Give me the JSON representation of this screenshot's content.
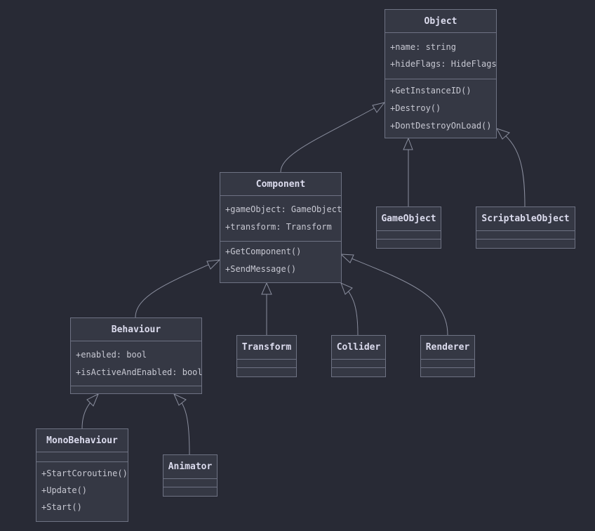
{
  "diagram": {
    "classes": {
      "object": {
        "name": "Object",
        "attributes": [
          "+name: string",
          "+hideFlags: HideFlags"
        ],
        "methods": [
          "+GetInstanceID()",
          "+Destroy()",
          "+DontDestroyOnLoad()"
        ]
      },
      "component": {
        "name": "Component",
        "attributes": [
          "+gameObject: GameObject",
          "+transform: Transform"
        ],
        "methods": [
          "+GetComponent()",
          "+SendMessage()"
        ]
      },
      "gameobject": {
        "name": "GameObject",
        "attributes": [],
        "methods": []
      },
      "scriptableobject": {
        "name": "ScriptableObject",
        "attributes": [],
        "methods": []
      },
      "behaviour": {
        "name": "Behaviour",
        "attributes": [
          "+enabled: bool",
          "+isActiveAndEnabled: bool"
        ],
        "methods": []
      },
      "transform": {
        "name": "Transform",
        "attributes": [],
        "methods": []
      },
      "collider": {
        "name": "Collider",
        "attributes": [],
        "methods": []
      },
      "renderer": {
        "name": "Renderer",
        "attributes": [],
        "methods": []
      },
      "monobehaviour": {
        "name": "MonoBehaviour",
        "attributes": [],
        "methods": [
          "+StartCoroutine()",
          "+Update()",
          "+Start()"
        ]
      },
      "animator": {
        "name": "Animator",
        "attributes": [],
        "methods": []
      }
    },
    "relations": [
      {
        "type": "inheritance",
        "from": "component",
        "to": "object"
      },
      {
        "type": "inheritance",
        "from": "gameobject",
        "to": "object"
      },
      {
        "type": "inheritance",
        "from": "scriptableobject",
        "to": "object"
      },
      {
        "type": "inheritance",
        "from": "behaviour",
        "to": "component"
      },
      {
        "type": "inheritance",
        "from": "transform",
        "to": "component"
      },
      {
        "type": "inheritance",
        "from": "collider",
        "to": "component"
      },
      {
        "type": "inheritance",
        "from": "renderer",
        "to": "component"
      },
      {
        "type": "inheritance",
        "from": "monobehaviour",
        "to": "behaviour"
      },
      {
        "type": "inheritance",
        "from": "animator",
        "to": "behaviour"
      }
    ],
    "colors": {
      "background": "#282a35",
      "box_fill": "#353844",
      "box_border": "#6e7283",
      "edge": "#8a8e9e",
      "text": "#cfd0d8"
    }
  }
}
